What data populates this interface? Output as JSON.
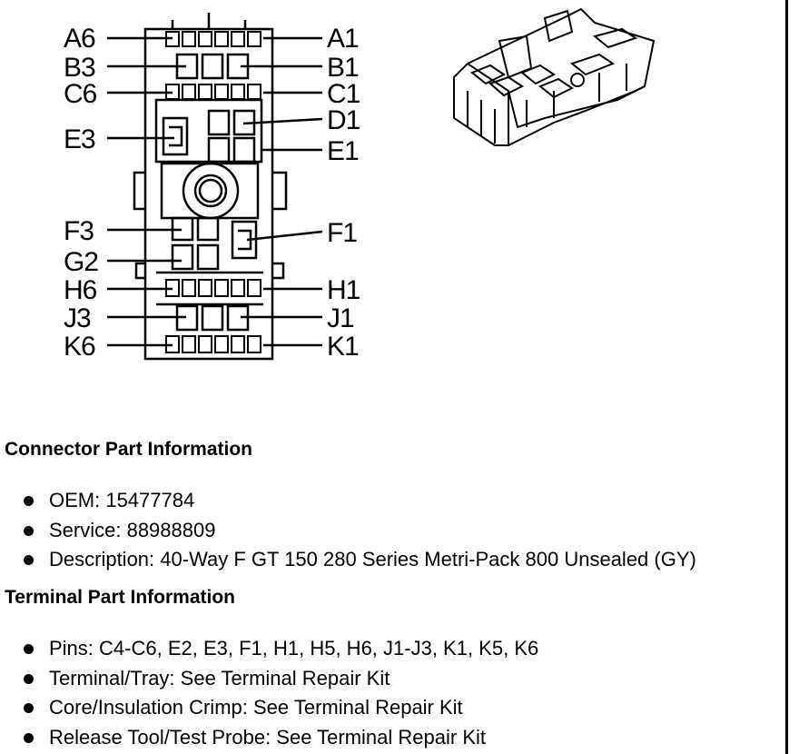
{
  "pin_labels": {
    "left": [
      "A6",
      "B3",
      "C6",
      "E3",
      "F3",
      "G2",
      "H6",
      "J3",
      "K6"
    ],
    "right": [
      "A1",
      "B1",
      "C1",
      "D1",
      "E1",
      "F1",
      "H1",
      "J1",
      "K1"
    ]
  },
  "connector_info": {
    "title": "Connector Part Information",
    "items": [
      "OEM: 15477784",
      "Service: 88988809",
      "Description: 40-Way F GT 150 280 Series Metri-Pack 800 Unsealed (GY)"
    ]
  },
  "terminal_info": {
    "title": "Terminal Part Information",
    "items": [
      "Pins: C4-C6, E2, E3, F1, H1, H5, H6, J1-J3, K1, K5, K6",
      "Terminal/Tray: See Terminal Repair Kit",
      "Core/Insulation Crimp: See Terminal Repair Kit",
      "Release Tool/Test Probe: See Terminal Repair Kit"
    ]
  }
}
